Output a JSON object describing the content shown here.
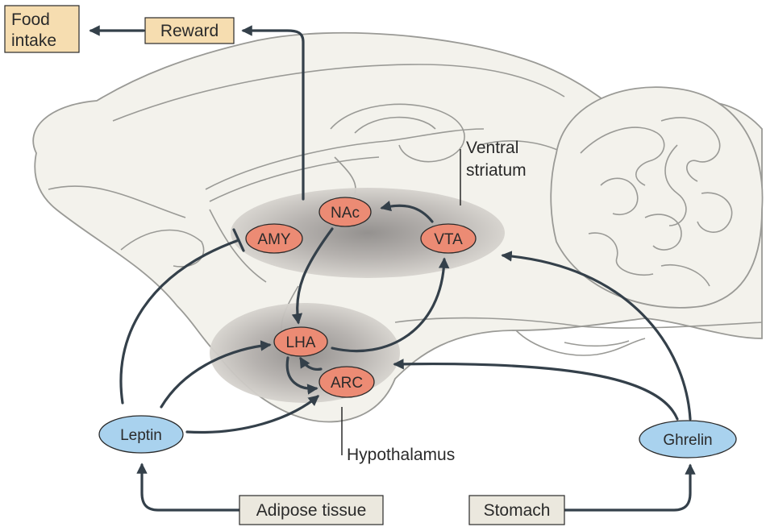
{
  "colors": {
    "region_fill": "#ec8b74",
    "hormone_fill": "#a9d2ee",
    "box_fill": "#f6ddb0",
    "source_box_fill": "#ebe8de",
    "brain_fill": "#f3f2ec",
    "arrow": "#34404a"
  },
  "outputs": {
    "food_intake": [
      "Food",
      "intake"
    ],
    "reward": "Reward"
  },
  "regions": {
    "amy": "AMY",
    "nac": "NAc",
    "vta": "VTA",
    "lha": "LHA",
    "arc": "ARC"
  },
  "hormones": {
    "leptin": "Leptin",
    "ghrelin": "Ghrelin"
  },
  "sources": {
    "adipose": "Adipose tissue",
    "stomach": "Stomach"
  },
  "labels": {
    "ventral_striatum": [
      "Ventral",
      "striatum"
    ],
    "hypothalamus": "Hypothalamus"
  }
}
